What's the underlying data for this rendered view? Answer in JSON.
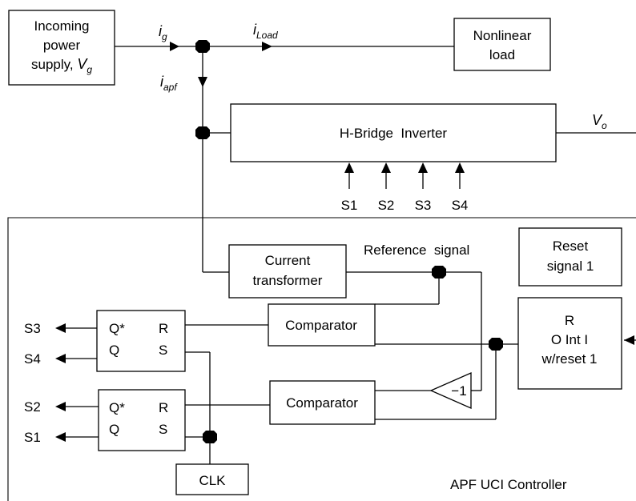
{
  "blocks": {
    "incoming": {
      "lines": [
        "Incoming",
        "power"
      ],
      "line3_prefix": "supply, ",
      "line3_var": "V",
      "line3_sub": "g"
    },
    "nonlinear_load": {
      "lines": [
        "Nonlinear",
        "load"
      ]
    },
    "hbridge": {
      "label": "H-Bridge  Inverter"
    },
    "current_transformer": {
      "lines": [
        "Current",
        "transformer"
      ]
    },
    "reset_signal": {
      "lines": [
        "Reset",
        "signal 1"
      ]
    },
    "integrator": {
      "lines": [
        "R",
        "O Int I",
        "w/reset 1"
      ]
    },
    "comparator_top": {
      "label": "Comparator"
    },
    "comparator_bottom": {
      "label": "Comparator"
    },
    "gain": {
      "label": "−1"
    },
    "flipflop_top": {
      "q_star": "Q*",
      "q": "Q",
      "r": "R",
      "s": "S"
    },
    "flipflop_bottom": {
      "q_star": "Q*",
      "q": "Q",
      "r": "R",
      "s": "S"
    },
    "clk": {
      "label": "CLK"
    }
  },
  "currents": {
    "ig": {
      "var": "i",
      "sub": "g"
    },
    "iload": {
      "var": "i",
      "sub": "Load"
    },
    "iapf": {
      "var": "i",
      "sub": "apf"
    }
  },
  "output_voltage": {
    "var": "V",
    "sub": "o"
  },
  "switch_inputs": [
    "S1",
    "S2",
    "S3",
    "S4"
  ],
  "outputs": {
    "s3": "S3",
    "s4": "S4",
    "s2": "S2",
    "s1": "S1"
  },
  "reference_label": "Reference  signal",
  "controller_label": "APF UCI Controller"
}
